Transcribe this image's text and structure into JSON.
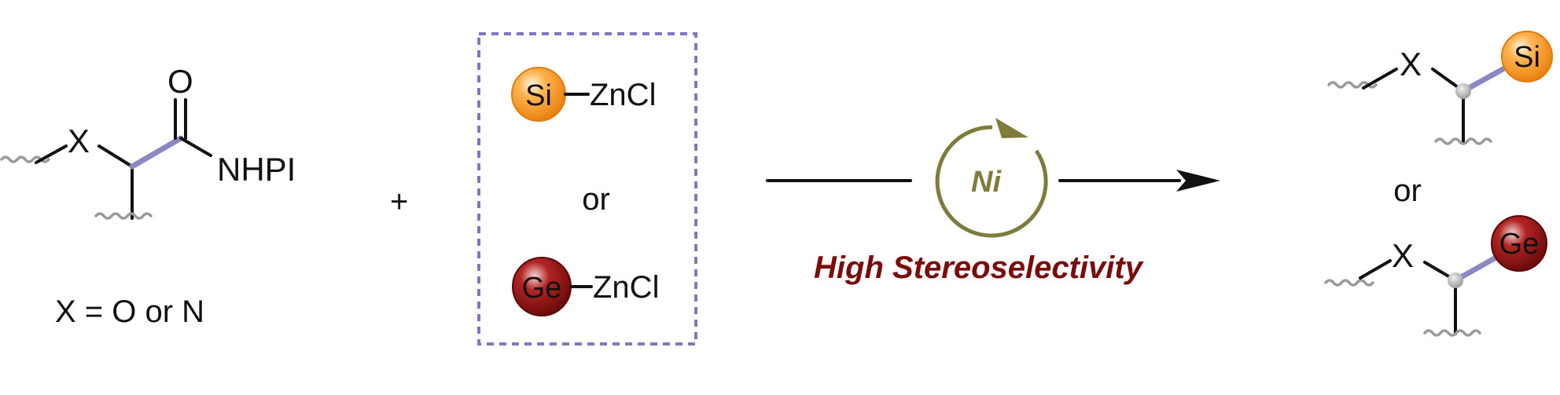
{
  "reactant": {
    "heteroatom": "X",
    "carbonyl_oxygen": "O",
    "leaving_group": "NHPI",
    "definition": "X = O or N"
  },
  "plus_sign": "+",
  "reagents": {
    "silyl": {
      "ball": "Si",
      "tail": "ZnCl",
      "ball_color": "#f39019"
    },
    "connector": "or",
    "germyl": {
      "ball": "Ge",
      "tail": "ZnCl",
      "ball_color": "#7a0c0c"
    },
    "box_color": "#7b79c0"
  },
  "catalyst": {
    "label": "Ni",
    "color": "#7e7b3c"
  },
  "selectivity": {
    "text": "High Stereoselectivity",
    "color": "#7a0c0c"
  },
  "products": {
    "top": {
      "heteroatom": "X",
      "ball": "Si"
    },
    "connector": "or",
    "bottom": {
      "heteroatom": "X",
      "ball": "Ge"
    }
  },
  "new_bond_color": "#8b89c4"
}
